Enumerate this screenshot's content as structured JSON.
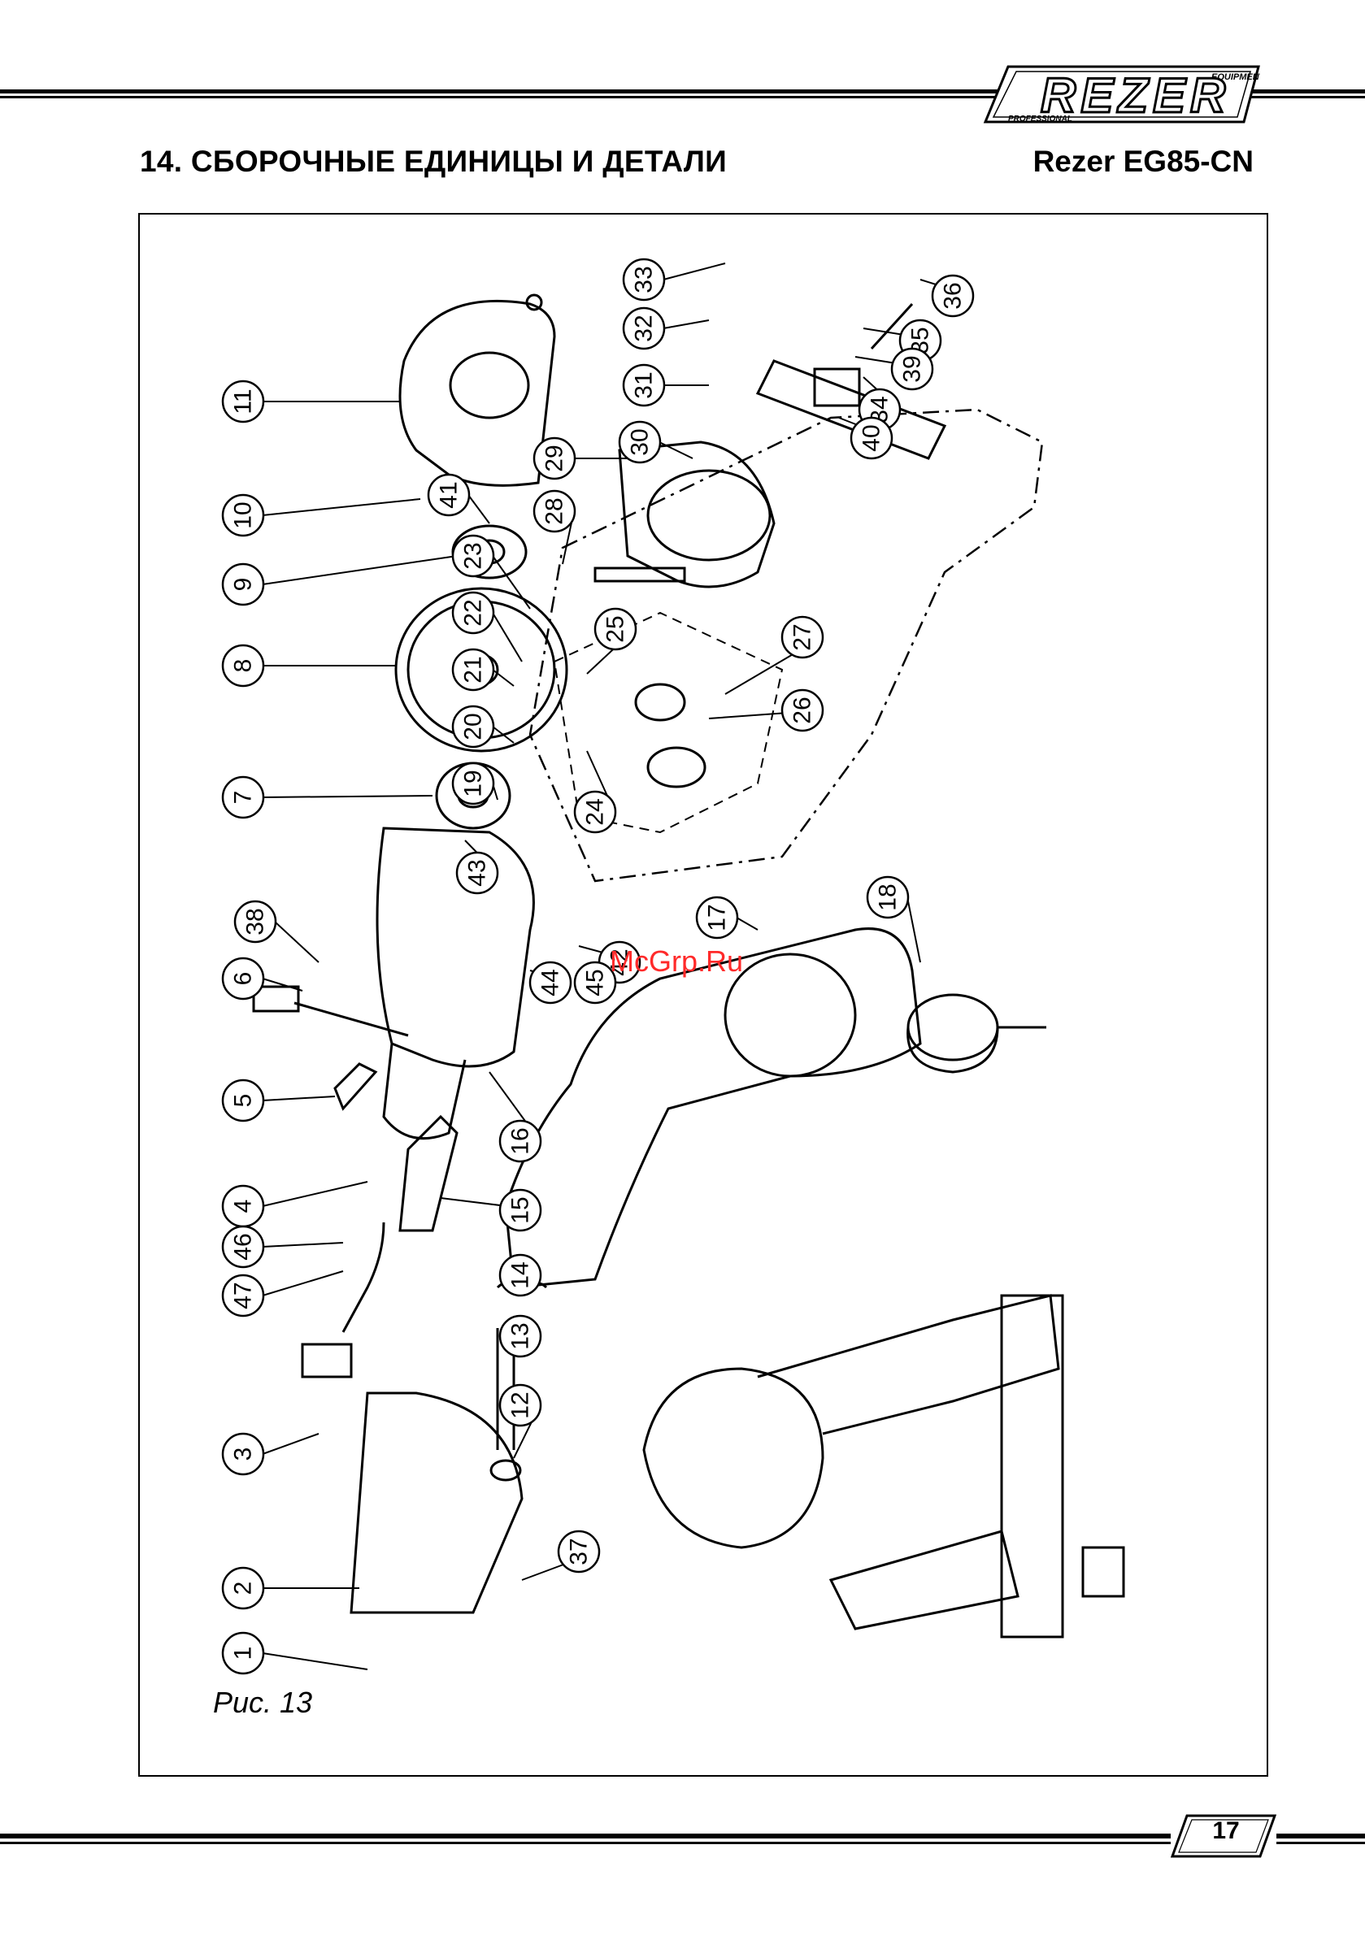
{
  "header": {
    "section_title": "14. СБОРОЧНЫЕ ЕДИНИЦЫ И ДЕТАЛИ",
    "model": "Rezer EG85-CN"
  },
  "logo": {
    "brand": "REZER",
    "top_text": "EQUIPMENT",
    "bottom_text": "PROFESSIONAL"
  },
  "figure": {
    "caption": "Рис. 13",
    "watermark": "McGrp.Ru",
    "part_numbers": [
      "1",
      "2",
      "3",
      "4",
      "5",
      "6",
      "7",
      "8",
      "9",
      "10",
      "11",
      "12",
      "13",
      "14",
      "15",
      "16",
      "17",
      "18",
      "19",
      "20",
      "21",
      "22",
      "23",
      "24",
      "25",
      "26",
      "27",
      "28",
      "29",
      "30",
      "31",
      "32",
      "33",
      "34",
      "35",
      "36",
      "37",
      "38",
      "39",
      "40",
      "41",
      "42",
      "43",
      "44",
      "45",
      "46",
      "47"
    ]
  },
  "footer": {
    "page_number": "17"
  }
}
